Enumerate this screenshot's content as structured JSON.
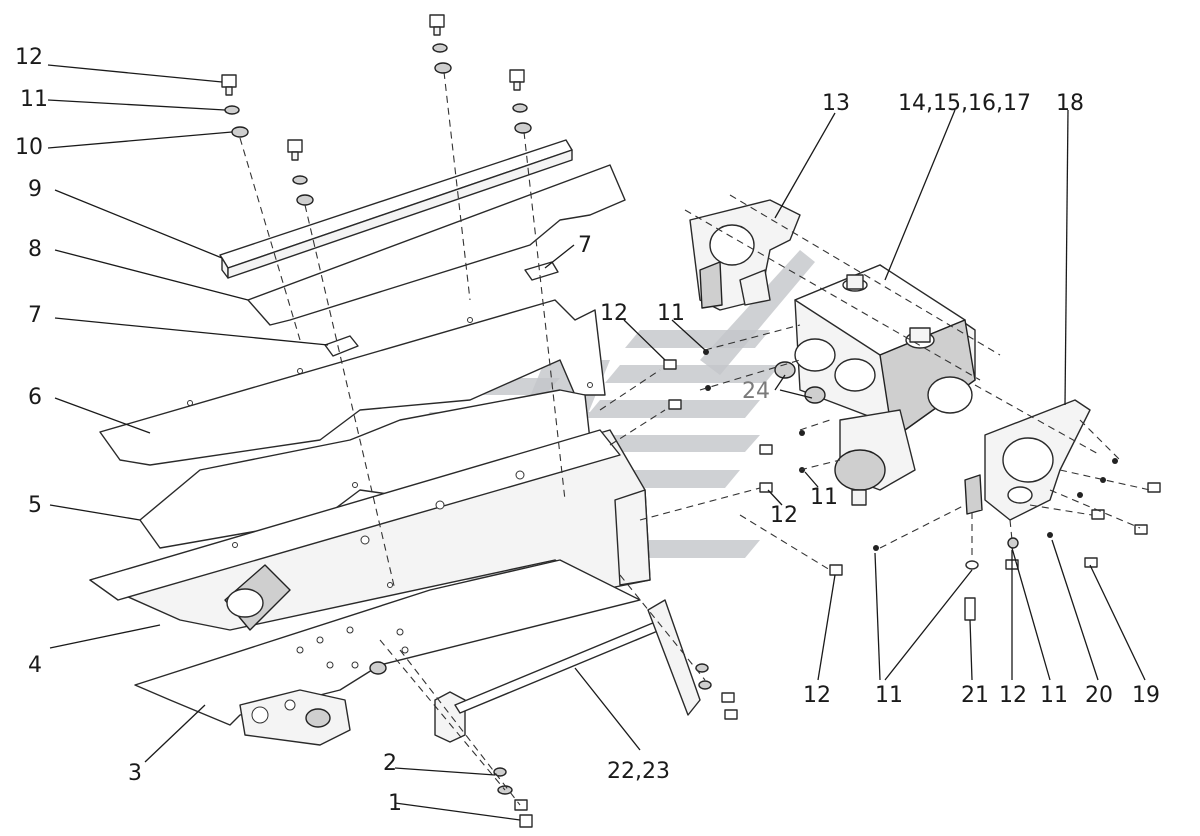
{
  "callouts": {
    "c12a": "12",
    "c11a": "11",
    "c10": "10",
    "c9": "9",
    "c8": "8",
    "c7a": "7",
    "c7b": "7",
    "c6": "6",
    "c5": "5",
    "c4": "4",
    "c3": "3",
    "c2": "2",
    "c1": "1",
    "c2223": "22,23",
    "c13": "13",
    "c14": "14,15,16,17",
    "c18": "18",
    "c12b": "12",
    "c11b": "11",
    "c24": "24",
    "c12c": "12",
    "c11c": "11",
    "c12d": "12",
    "c11d": "11",
    "c21": "21",
    "c12e": "12",
    "c11e": "11",
    "c20": "20",
    "c19": "19"
  },
  "colors": {
    "line": "#1a1a1a",
    "part_fill": "#f4f4f4",
    "watermark": "#c3c6c9"
  }
}
